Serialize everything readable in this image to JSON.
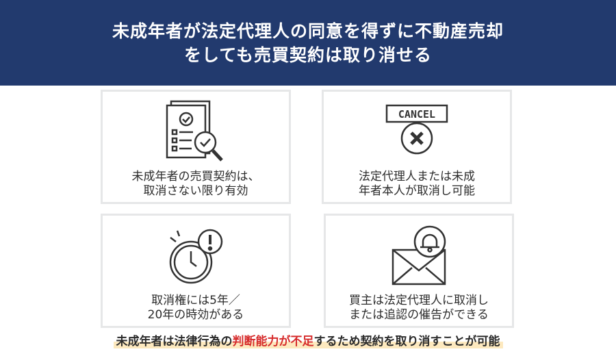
{
  "header": {
    "title_line1": "未成年者が法定代理人の同意を得ずに不動産売却",
    "title_line2": "をしても売買契約は取り消せる"
  },
  "cards": [
    {
      "icon": "document-magnifier-check-icon",
      "line1": "未成年者の売買契約は、",
      "line2": "取消さない限り有効"
    },
    {
      "icon": "cancel-x-icon",
      "icon_label": "CANCEL",
      "line1": "法定代理人または未成",
      "line2": "年者本人が取消し可能"
    },
    {
      "icon": "clock-alert-icon",
      "line1": "取消権には5年／",
      "line2": "20年の時効がある"
    },
    {
      "icon": "envelope-bell-icon",
      "line1": "買主は法定代理人に取消し",
      "line2": "または追認の催告ができる"
    }
  ],
  "footer": {
    "part1": "未成年者は法律行為の",
    "highlight": "判断能力が不足",
    "part2": "するため契約を取り消すことが可能"
  },
  "colors": {
    "header": "#223a6e",
    "highlight": "#d62a2a",
    "marker": "#fde9bf"
  }
}
